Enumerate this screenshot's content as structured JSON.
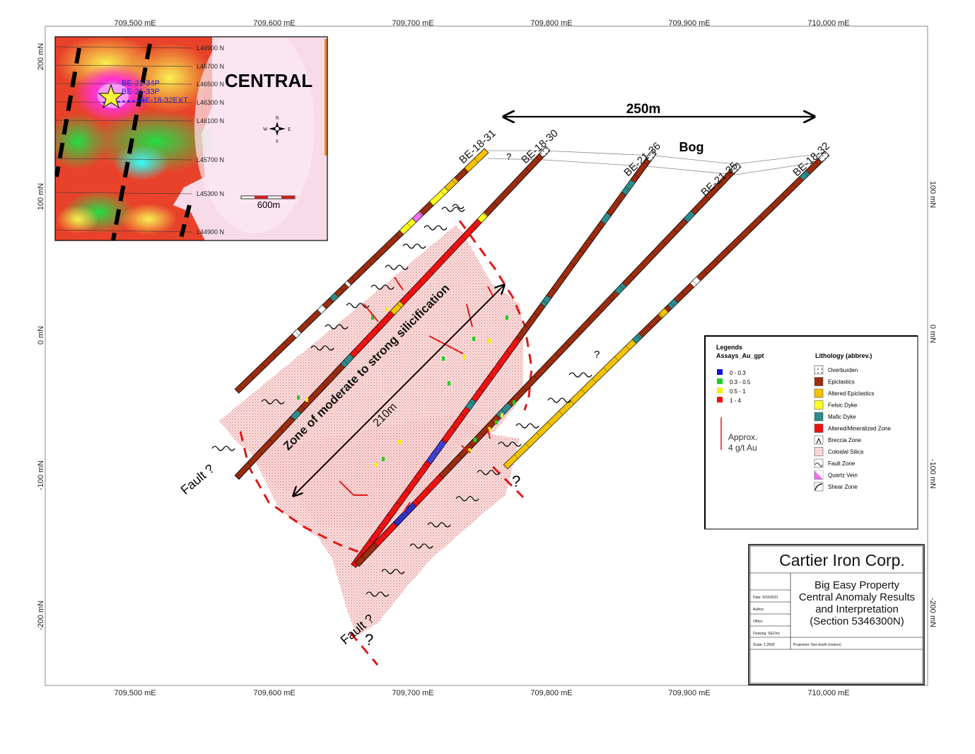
{
  "axes": {
    "easting_labels": [
      "709,500 mE",
      "709,600 mE",
      "709,700 mE",
      "709,800 mE",
      "709,900 mE",
      "710,000 mE"
    ],
    "northing_labels": [
      "200 mN",
      "100 mN",
      "0 mN",
      "-100 mN",
      "-200 mN"
    ]
  },
  "inset": {
    "title": "CENTRAL",
    "grid_lines": [
      "L46900 N",
      "L46700 N",
      "L46500 N",
      "L46300 N",
      "L46100 N",
      "L45700 N",
      "L45300 N",
      "L44900 N"
    ],
    "hole_labels": [
      "BE-21-34P",
      "BE-21-33P",
      "BE-18-32EXT"
    ],
    "north_arrow": {
      "n": "N",
      "s": "S",
      "e": "E",
      "w": "W"
    },
    "scale_bar_label": "600m",
    "anomaly_colors": {
      "high": "#ff33ff",
      "mid_high": "#e62222",
      "mid": "#f7e64a",
      "low": "#2fd14a",
      "very_low": "#2ee8e8"
    }
  },
  "annotations": {
    "dimension_top": "250m",
    "bog_label": "Bog",
    "zone_label": "Zone of moderate to strong silicification",
    "zone_length": "210m",
    "fault_labels": [
      "Fault ?",
      "Fault ?"
    ],
    "question_marks": [
      "?",
      "?",
      "?",
      "?"
    ]
  },
  "drill_holes": [
    {
      "id": "BE-18-31"
    },
    {
      "id": "BE-18-30"
    },
    {
      "id": "BE-21-36"
    },
    {
      "id": "BE-21-35"
    },
    {
      "id": "BE-18-32"
    }
  ],
  "legend": {
    "title": "Legends",
    "assay_title": "Assays_Au_gpt",
    "assays": [
      {
        "label": "0 - 0.3",
        "color": "#1010e0"
      },
      {
        "label": "0.3 - 0.5",
        "color": "#22cc22"
      },
      {
        "label": "0.5 - 1",
        "color": "#f2f200"
      },
      {
        "label": "1 - 4",
        "color": "#ee1111"
      }
    ],
    "lithology_title": "Lithology (abbrev.)",
    "lithology": [
      {
        "label": "Overburden",
        "color": "#ffffff",
        "pattern": "dots"
      },
      {
        "label": "Epiclastics",
        "color": "#9b2c0f"
      },
      {
        "label": "Altered Epiclastics",
        "color": "#f2c200"
      },
      {
        "label": "Felsic Dyke",
        "color": "#ffff22"
      },
      {
        "label": "Mafic Dyke",
        "color": "#2e8b8b"
      },
      {
        "label": "Altered/Mineralized Zone",
        "color": "#ee1111"
      },
      {
        "label": "Breccia Zone",
        "color": "#ffffff",
        "pattern": "breccia"
      },
      {
        "label": "Coloidal Silica",
        "color": "#f9d7d7"
      },
      {
        "label": "Fault Zone",
        "color": "#ffffff",
        "pattern": "fault"
      },
      {
        "label": "Quartz Vein",
        "color": "#f070f0",
        "pattern": "half"
      },
      {
        "label": "Shear Zone",
        "color": "#ffffff",
        "pattern": "shear"
      }
    ],
    "approx_label_1": "Approx.",
    "approx_label_2": "4 g/t Au"
  },
  "title_block": {
    "company": "Cartier Iron Corp.",
    "title_lines": [
      "Big Easy Property",
      "Central Anomaly Results",
      "and Interpretation",
      "(Section 5346300N)"
    ],
    "fields": [
      "Date: 5/19/2021",
      "Author:",
      "Office:",
      "Drawing: SECtric"
    ],
    "scale": "Scale: 1:2500",
    "projection": "Projection: Non-Earth (meters)"
  }
}
